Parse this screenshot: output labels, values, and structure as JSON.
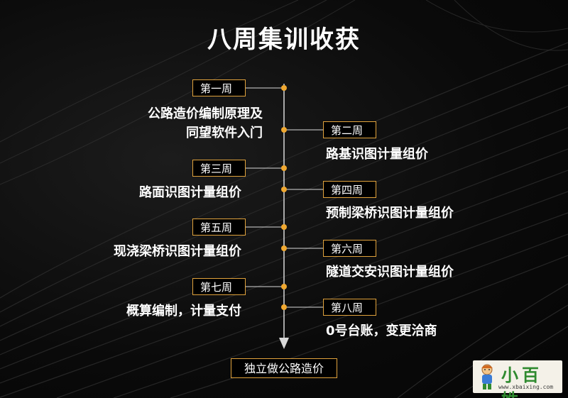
{
  "title": "八周集训收获",
  "weeks": [
    {
      "label": "第一周",
      "desc_lines": [
        "公路造价编制原理及",
        "同望软件入门"
      ]
    },
    {
      "label": "第二周",
      "desc_lines": [
        "路基识图计量组价"
      ]
    },
    {
      "label": "第三周",
      "desc_lines": [
        "路面识图计量组价"
      ]
    },
    {
      "label": "第四周",
      "desc_lines": [
        "预制梁桥识图计量组价"
      ]
    },
    {
      "label": "第五周",
      "desc_lines": [
        "现浇梁桥识图计量组价"
      ]
    },
    {
      "label": "第六周",
      "desc_lines": [
        "隧道交安识图计量组价"
      ]
    },
    {
      "label": "第七周",
      "desc_lines": [
        "概算编制，计量支付"
      ]
    },
    {
      "label": "第八周",
      "desc_lines": [
        "0号台账，变更洽商"
      ]
    }
  ],
  "final_label": "独立做公路造价",
  "logo": {
    "text": "小百姓",
    "url": "www.xbaixing.com"
  },
  "colors": {
    "accent": "#e0a23c",
    "dot": "#f0a830",
    "line": "#d9d9d9",
    "background": "#0b0b0b"
  }
}
